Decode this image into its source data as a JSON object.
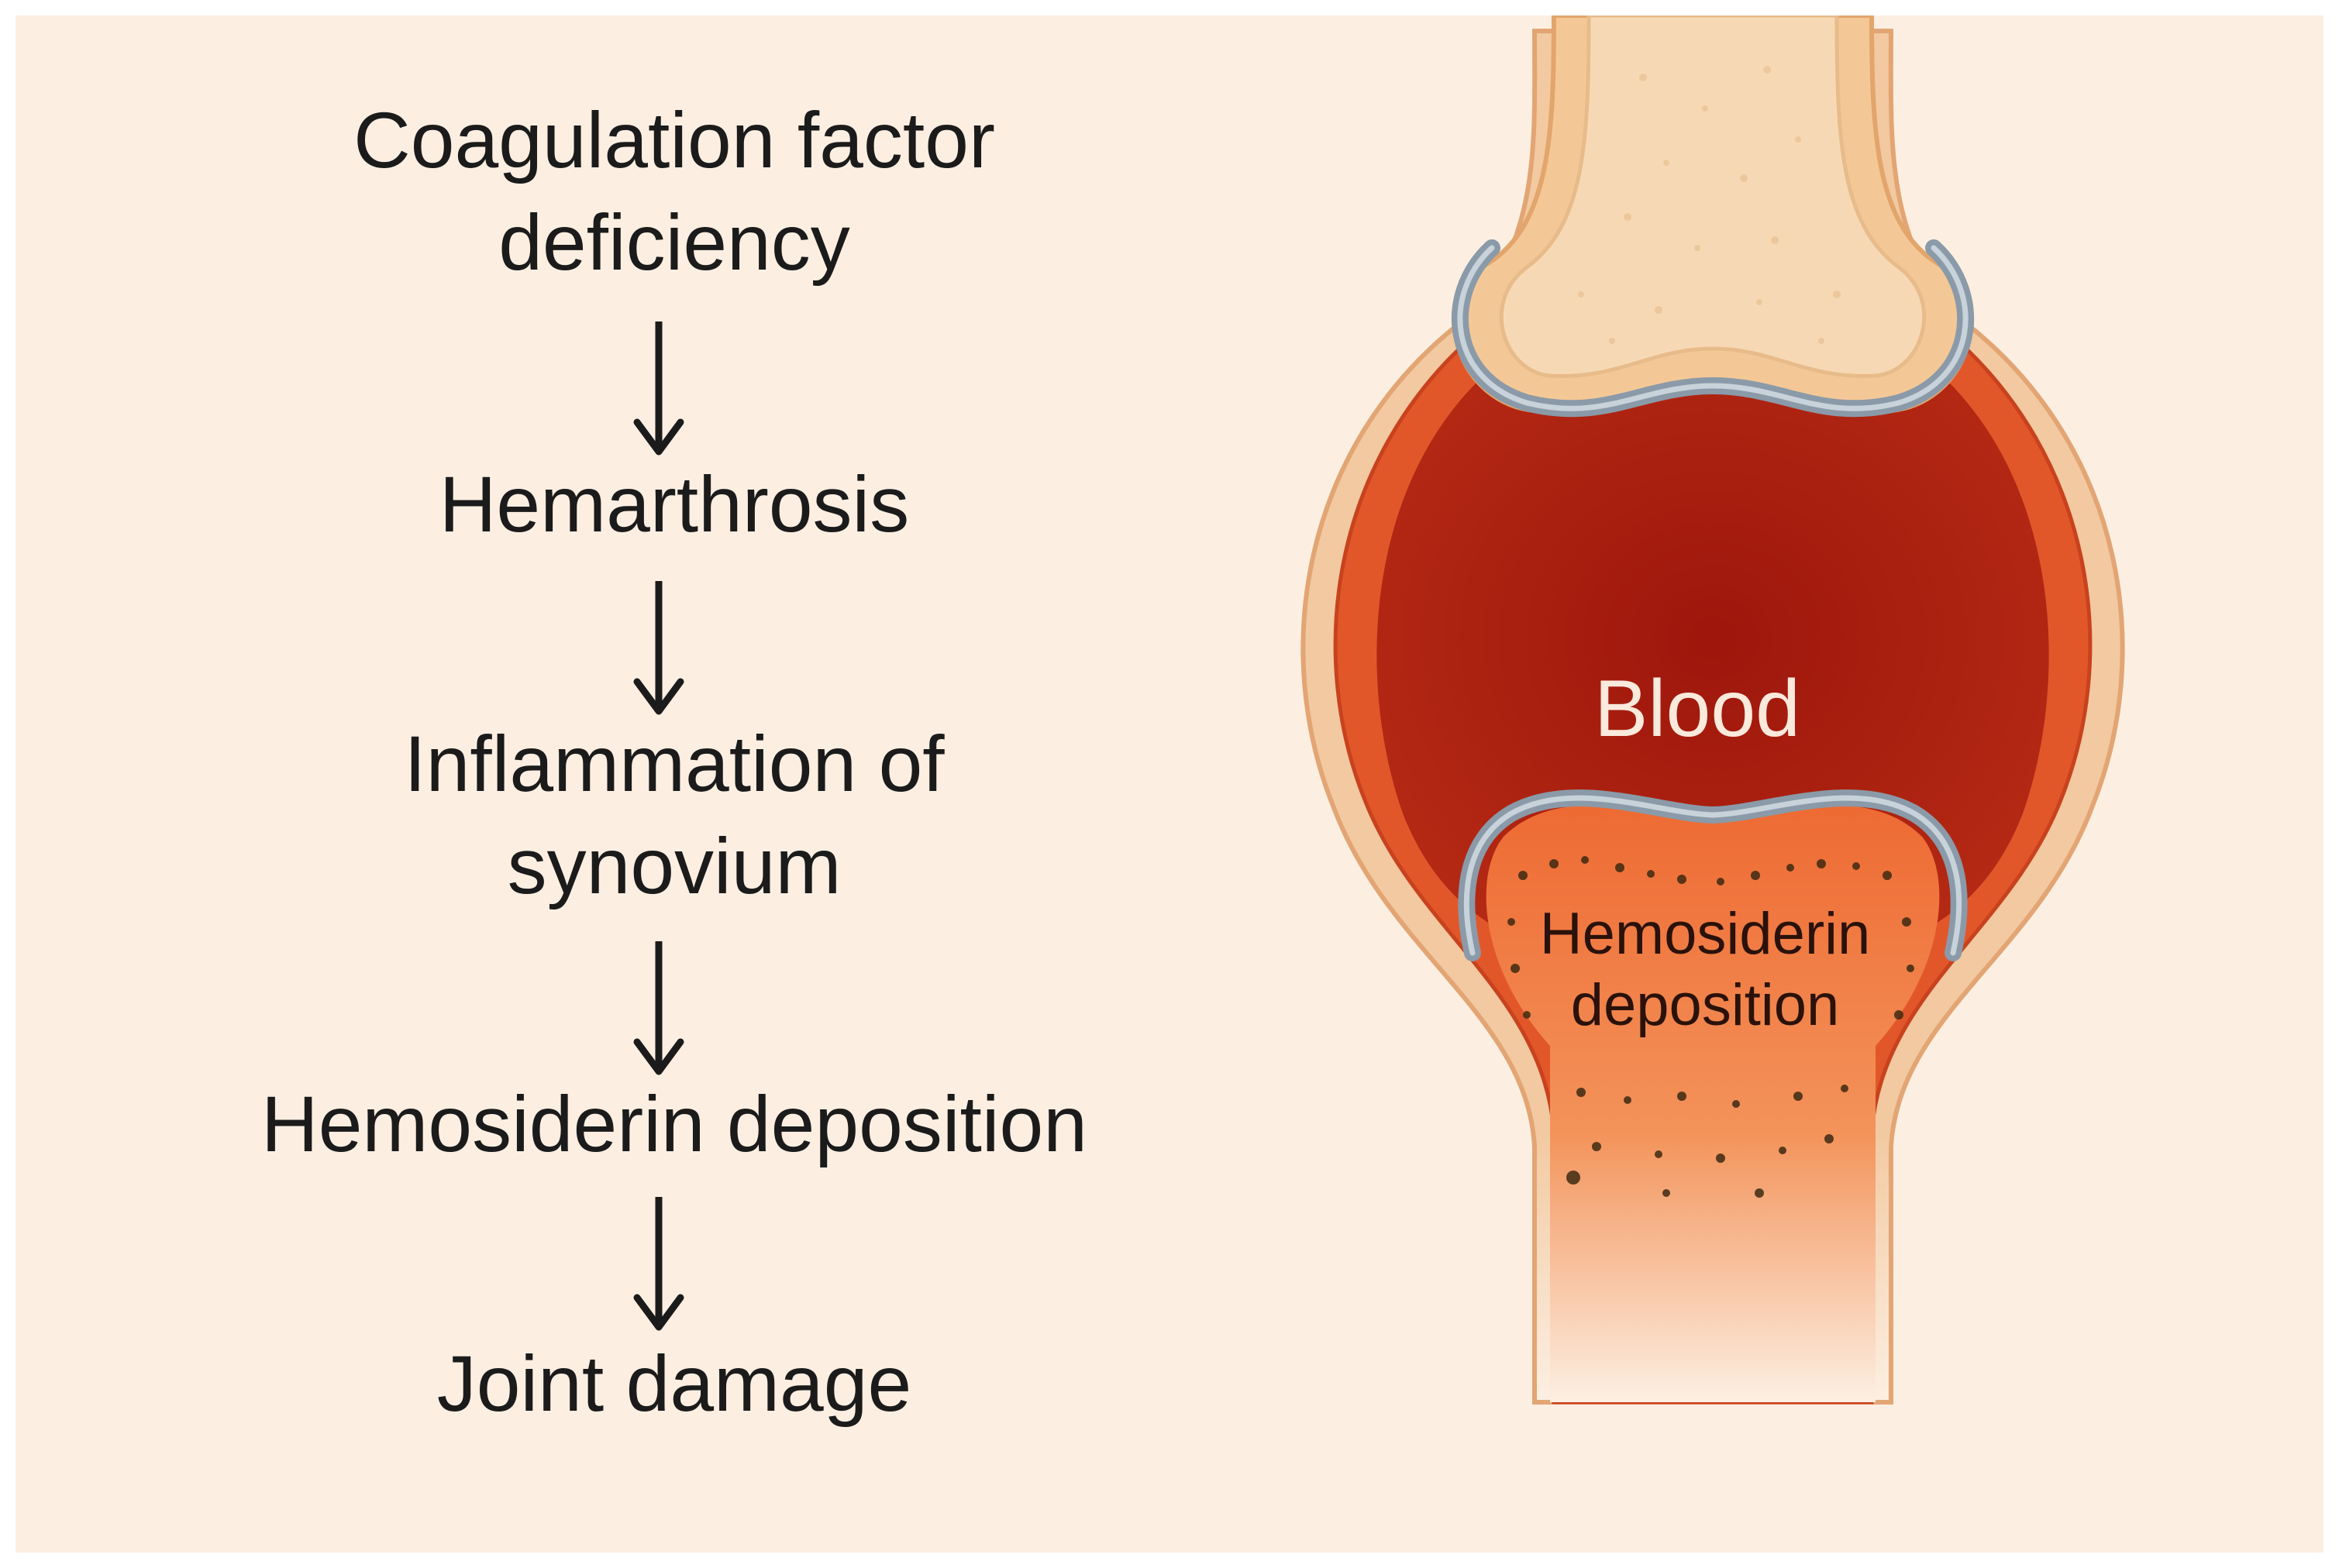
{
  "flowchart": {
    "steps": [
      {
        "lines": [
          "Coagulation factor",
          "deficiency"
        ]
      },
      {
        "lines": [
          "Hemarthrosis"
        ]
      },
      {
        "lines": [
          "Inflammation of",
          "synovium"
        ]
      },
      {
        "lines": [
          "Hemosiderin deposition"
        ]
      },
      {
        "lines": [
          "Joint damage"
        ]
      }
    ]
  },
  "joint_diagram": {
    "blood_label": "Blood",
    "hemosiderin_label": [
      "Hemosiderin",
      "deposition"
    ]
  },
  "colors": {
    "background": "#fcefe2",
    "bone": "#f6d7b0",
    "bone_outline": "#e9b98a",
    "blood": "#a8190d",
    "capsule": "#e15a2c",
    "cartilage": "#8a9aa8",
    "lower_bone": "#f07a3e",
    "text": "#1b1b1b"
  }
}
